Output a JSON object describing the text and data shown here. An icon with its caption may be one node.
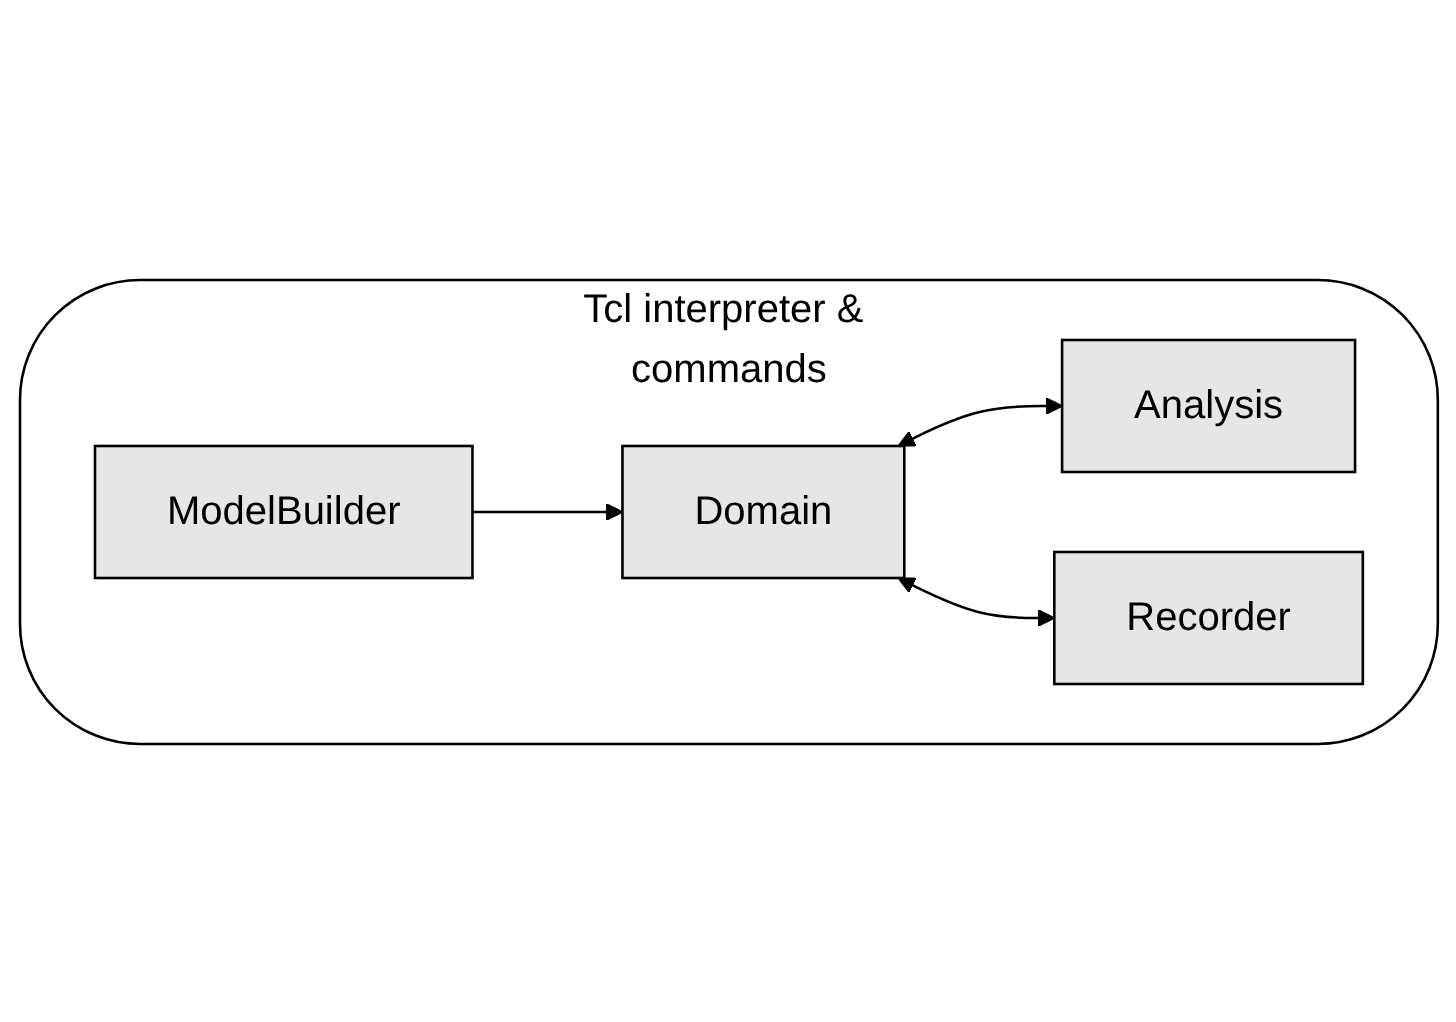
{
  "diagram": {
    "nodes": [
      {
        "text": [
          "Tcl interpreter & commands"
        ]
      },
      {
        "text": [
          "ModelBuilder"
        ],
        "in": 0
      },
      {
        "text": [
          "Domain"
        ],
        "in": 0
      },
      {
        "text": [
          "Analysis"
        ],
        "in": 0
      },
      {
        "text": [
          "Recorder"
        ],
        "in": 0
      }
    ],
    "edges": [
      {
        "from": 1,
        "to": 2,
        "arrow": "to"
      },
      {
        "from": 2,
        "to": 3,
        "arrow": "both"
      },
      {
        "from": 2,
        "to": 4,
        "arrow": "both"
      }
    ]
  }
}
